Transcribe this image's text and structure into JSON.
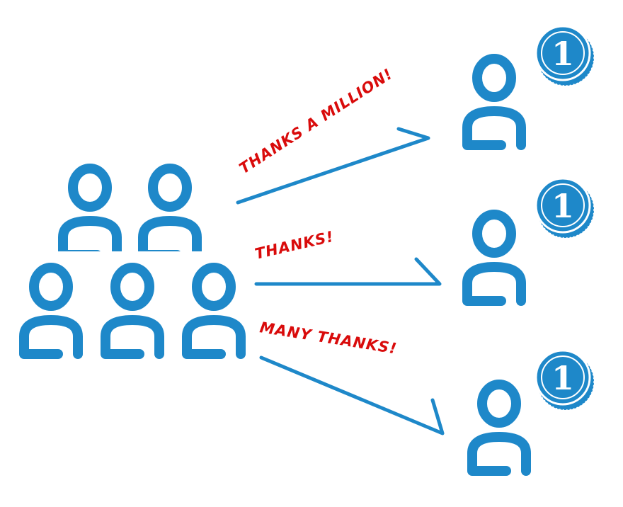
{
  "colors": {
    "person": "#1e88c9",
    "arrow": "#1e88c9",
    "label": "#d90b0b",
    "coin": "#1e88c9",
    "coin_text": "#ffffff"
  },
  "icons": {
    "person": "person-icon",
    "coin": "coin-icon",
    "arrow": "arrow-icon"
  },
  "labels": {
    "top": "THANKS A MILLION!",
    "middle": "THANKS!",
    "bottom": "MANY THANKS!"
  },
  "coins": {
    "top": "1",
    "middle": "1",
    "bottom": "1"
  }
}
